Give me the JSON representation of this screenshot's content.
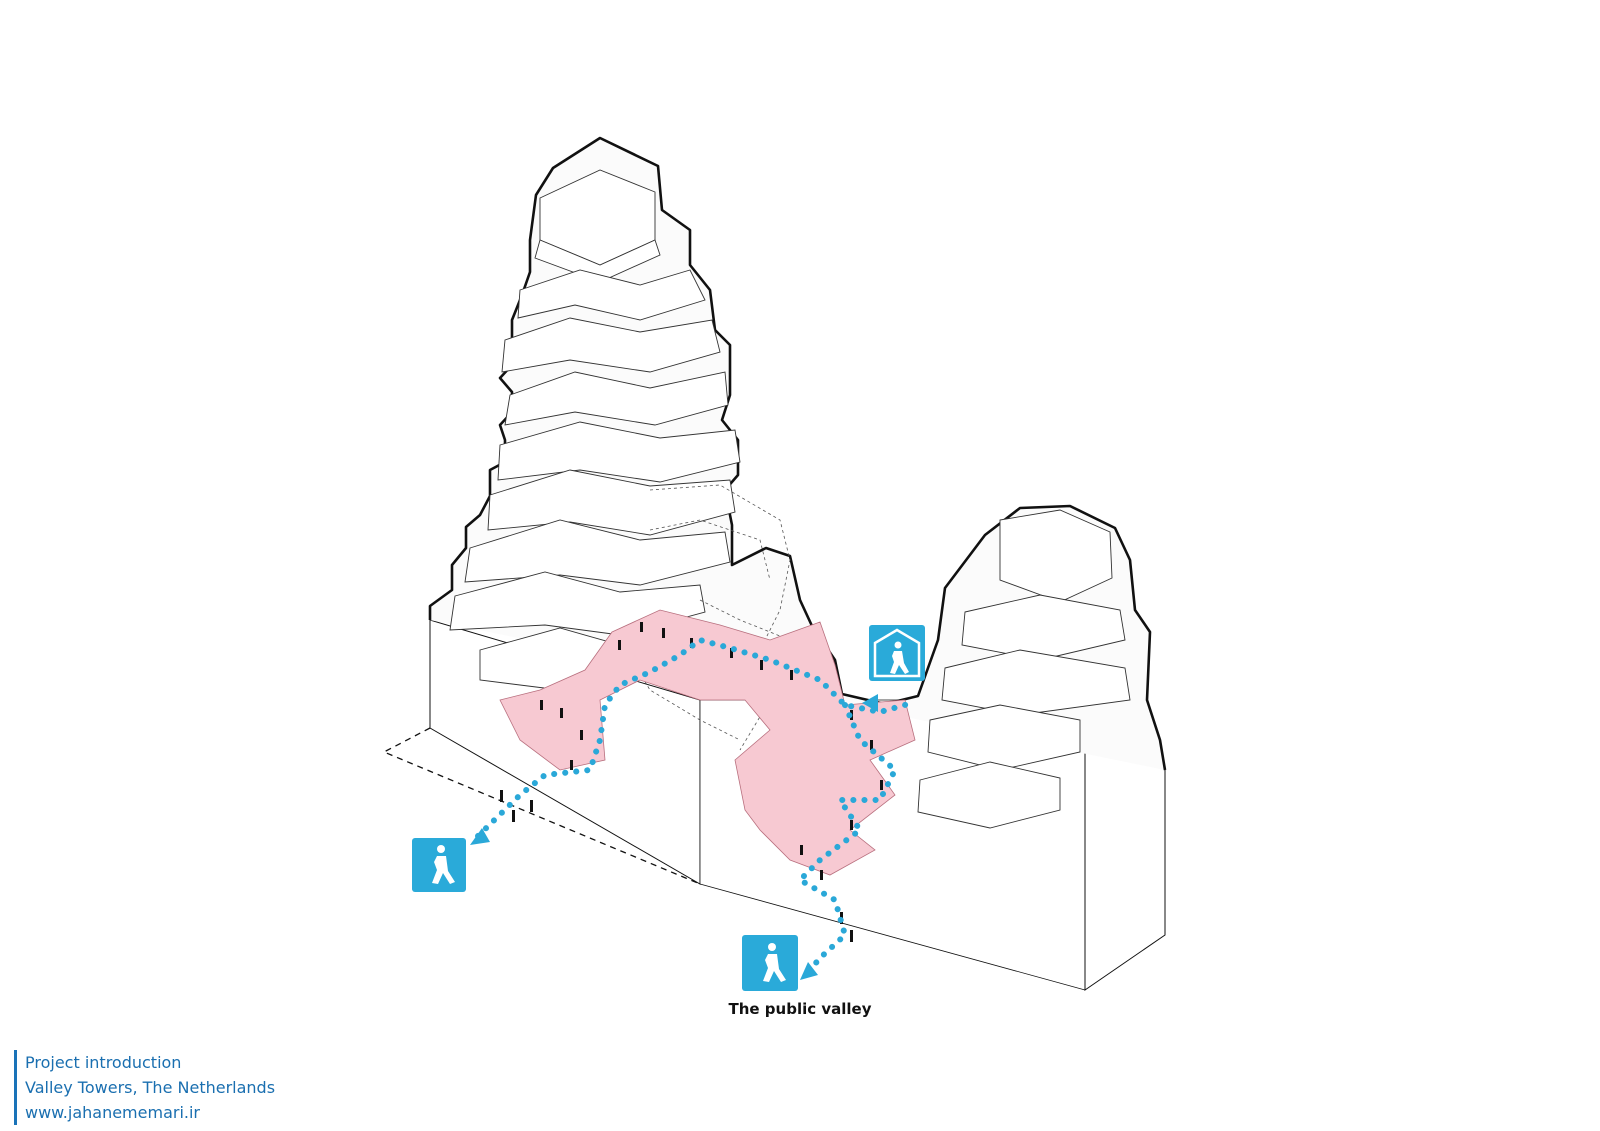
{
  "diagram": {
    "caption": "The public valley",
    "colors": {
      "path": "#2aa8d8",
      "public_zone": "#f7c9d2",
      "outline": "#111111",
      "sign": "#2aaad9"
    },
    "icons": [
      "pedestrian-exit-sign",
      "pedestrian-exit-sign",
      "pedestrian-entry-sign"
    ]
  },
  "footer": {
    "line1": "Project introduction",
    "line2": "Valley Towers, The Netherlands",
    "line3": "www.jahanememari.ir"
  }
}
